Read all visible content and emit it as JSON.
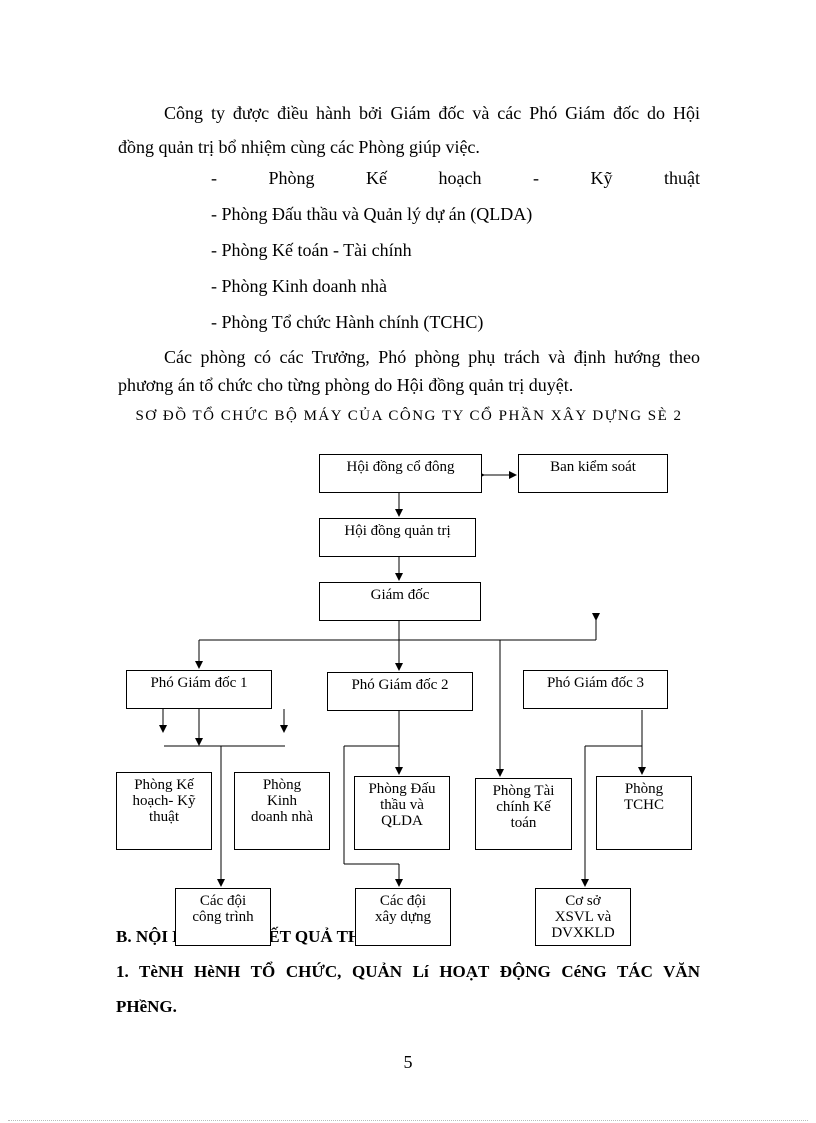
{
  "paragraphs": {
    "p1_line1": "Công ty được điều hành bởi Giám đốc và các Phó Giám đốc do Hội",
    "p1_line2": "đồng quản trị bổ nhiệm cùng các Phòng giúp việc.",
    "list": [
      "- Phòng Kế hoạch - Kỹ thuật",
      "- Phòng Đấu thầu và Quản lý dự án (QLDA)",
      "- Phòng Kế toán - Tài chính",
      "- Phòng Kinh doanh nhà",
      "- Phòng Tổ chức Hành chính (TCHC)"
    ],
    "p2_line1": "Các phòng có các Trưởng, Phó phòng phụ trách và định hướng theo",
    "p2_line2": "phương án tổ chức cho từng phòng do Hội đồng quản trị duyệt."
  },
  "diagram": {
    "title": "SƠ ĐỒ TỔ CHỨC BỘ MÁY CỦA CÔNG TY CỔ PHẦN XÂY DỰNG SÈ 2",
    "nodes": {
      "shareholders": "Hội đồng cổ đông",
      "supervisory": "Ban kiểm soát",
      "board": "Hội đồng quản trị",
      "director": "Giám đốc",
      "deputy1": "Phó Giám đốc 1",
      "deputy2": "Phó Giám đốc 2",
      "deputy3": "Phó Giám đốc 3",
      "dept_planning": [
        "Phòng Kế",
        "hoạch- Kỹ",
        "thuật"
      ],
      "dept_housing": [
        "Phòng",
        "Kinh",
        "doanh nhà"
      ],
      "dept_bidding": [
        "Phòng Đấu",
        "thầu và",
        "QLDA"
      ],
      "dept_finance": [
        "Phòng Tài",
        "chính Kế",
        "toán"
      ],
      "dept_admin": [
        "Phòng",
        "TCHC"
      ],
      "teams_works": [
        "Các đội",
        "công trình"
      ],
      "teams_build": [
        "Các đội",
        "xây dựng"
      ],
      "facility": [
        "Cơ sở",
        "XSVL và",
        "DVXKLD"
      ]
    }
  },
  "headings": {
    "section_b": "B. NỘI DUNG VÀ KẾT QUẢ THỰC TẬP.",
    "sub1_line1": "1. TèNH HèNH TỔ CHỨC, QUẢN Lí HOẠT ĐỘNG CéNG TÁC VĂN",
    "sub1_line2": "PHềNG."
  },
  "page_number": "5"
}
